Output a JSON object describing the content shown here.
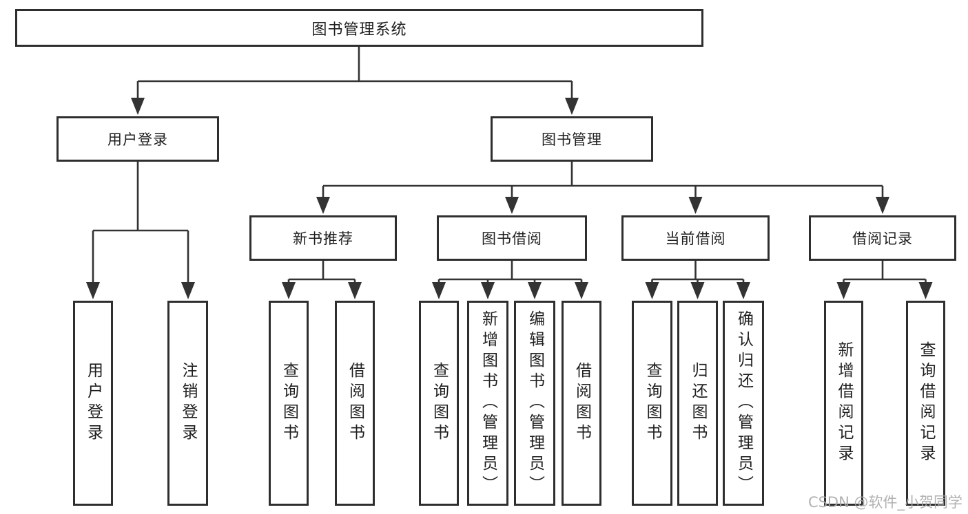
{
  "nodes": {
    "root": {
      "label": "图书管理系统"
    },
    "user_login": {
      "label": "用户登录"
    },
    "book_mgmt": {
      "label": "图书管理"
    },
    "new_book_rec": {
      "label": "新书推荐"
    },
    "book_borrow": {
      "label": "图书借阅"
    },
    "current_borrow": {
      "label": "当前借阅"
    },
    "borrow_records": {
      "label": "借阅记录"
    },
    "leaf_user_login": {
      "label": "用户登录"
    },
    "leaf_logout": {
      "label": "注销登录"
    },
    "leaf_query_books_1": {
      "label": "查询图书"
    },
    "leaf_borrow_books_1": {
      "label": "借阅图书"
    },
    "leaf_query_books_2": {
      "label": "查询图书"
    },
    "leaf_add_books": {
      "label": "新增图书（管理员）"
    },
    "leaf_edit_books": {
      "label": "编辑图书（管理员）"
    },
    "leaf_borrow_books_2": {
      "label": "借阅图书"
    },
    "leaf_query_books_3": {
      "label": "查询图书"
    },
    "leaf_return_books": {
      "label": "归还图书"
    },
    "leaf_confirm_return": {
      "label": "确认归还（管理员）"
    },
    "leaf_add_borrow_record": {
      "label": "新增借阅记录"
    },
    "leaf_query_borrow_record": {
      "label": "查询借阅记录"
    }
  },
  "hierarchy": {
    "图书管理系统": {
      "用户登录": [
        "用户登录",
        "注销登录"
      ],
      "图书管理": {
        "新书推荐": [
          "查询图书",
          "借阅图书"
        ],
        "图书借阅": [
          "查询图书",
          "新增图书（管理员）",
          "编辑图书（管理员）",
          "借阅图书"
        ],
        "当前借阅": [
          "查询图书",
          "归还图书",
          "确认归还（管理员）"
        ],
        "借阅记录": [
          "新增借阅记录",
          "查询借阅记录"
        ]
      }
    }
  },
  "watermark": "CSDN @软件_小贺同学",
  "colors": {
    "background": "#ffffff",
    "line": "#333333",
    "box_border": "#2e2e2e",
    "box_fill": "#ffffff",
    "text": "#1f1f1f",
    "watermark": "#a9a9a9"
  }
}
